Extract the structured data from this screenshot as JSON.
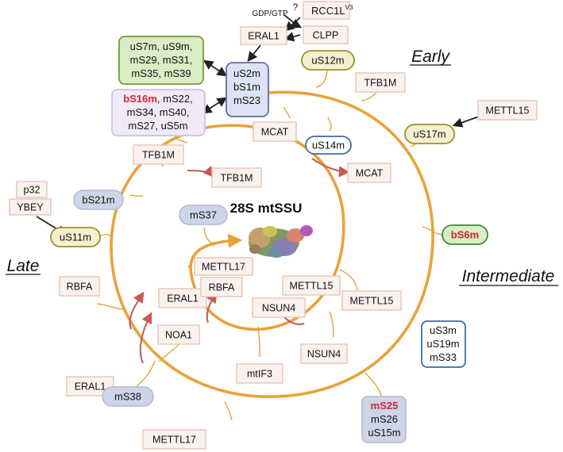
{
  "title": "28S mtSSU",
  "stages": {
    "early": "Early",
    "intermediate": "Intermediate",
    "late": "Late"
  },
  "colors": {
    "spiral": "#e8a23a",
    "arrow_red": "#c65c55",
    "arrow_black": "#222222",
    "red_text": "#d0262e",
    "factor_fill": "#fbf2ee",
    "factor_stroke": "#e7c4b4"
  },
  "top_labels": {
    "gdp_gtp": "GDP/GTP",
    "question": "?",
    "rcc1l": "RCC1L",
    "rcc1l_sup": "V3"
  },
  "factors": {
    "eral1_top": "ERAL1",
    "clpp": "CLPP",
    "tfb1m_outer": "TFB1M",
    "mettl15_outer": "METTL15",
    "mcat_outer": "MCAT",
    "mcat_inner": "MCAT",
    "tfb1m_left": "TFB1M",
    "tfb1m_inner": "TFB1M",
    "p32": "p32",
    "yb": "YBEY",
    "rbfa_outer": "RBFA",
    "eral1_inner": "ERAL1",
    "noa1": "NOA1",
    "rbfa_inner": "RBFA",
    "mettl17_inner": "METTL17",
    "mettl15_mid": "METTL15",
    "mettl15_inner": "METTL15",
    "nsun4_inner": "NSUN4",
    "nsun4_outer": "NSUN4",
    "mtif3": "mtIF3",
    "eral1_outer": "ERAL1",
    "mettl17_outer": "METTL17"
  },
  "proteins": {
    "green_group": [
      "uS7m, uS9m,",
      "mS29, mS31,",
      "mS35, mS39"
    ],
    "purple_group": {
      "bold": "bS16m",
      "rest": ", mS22,",
      "lines": [
        "mS34, mS40,",
        "mS27, uS5m"
      ]
    },
    "center_group": [
      "uS2m",
      "bS1m",
      "mS23"
    ],
    "us12m": "uS12m",
    "us17m": "uS17m",
    "us14m": "uS14m",
    "bs6m": "bS6m",
    "us3m_group": [
      "uS3m",
      "uS19m",
      "mS33"
    ],
    "ms25_group": {
      "bold": "mS25",
      "lines": [
        "mS26",
        "uS15m"
      ]
    },
    "ms37": "mS37",
    "bs21m": "bS21m",
    "us11m": "uS11m",
    "ms38": "mS38"
  }
}
